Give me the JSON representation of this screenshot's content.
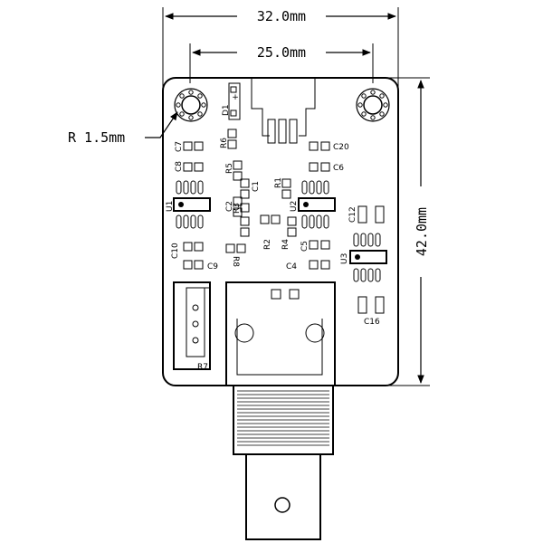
{
  "dimensions": {
    "width_outer": "32.0mm",
    "width_holes": "25.0mm",
    "height": "42.0mm",
    "radius": "R 1.5mm"
  },
  "labels": {
    "D1": "D1",
    "plus": "+",
    "R6": "R6",
    "C7": "C7",
    "C8": "C8",
    "R5": "R5",
    "C20": "C20",
    "C6": "C6",
    "C1": "C1",
    "R1": "R1",
    "U1": "U1",
    "C2": "C2",
    "R3": "R3",
    "U2": "U2",
    "C12": "C12",
    "R2": "R2",
    "R4": "R4",
    "C5": "C5",
    "C10": "C10",
    "C9": "C9",
    "R8": "R8",
    "C4": "C4",
    "U3": "U3",
    "C16": "C16",
    "R7": "R7"
  },
  "colors": {
    "line": "#000000",
    "background": "#ffffff"
  }
}
